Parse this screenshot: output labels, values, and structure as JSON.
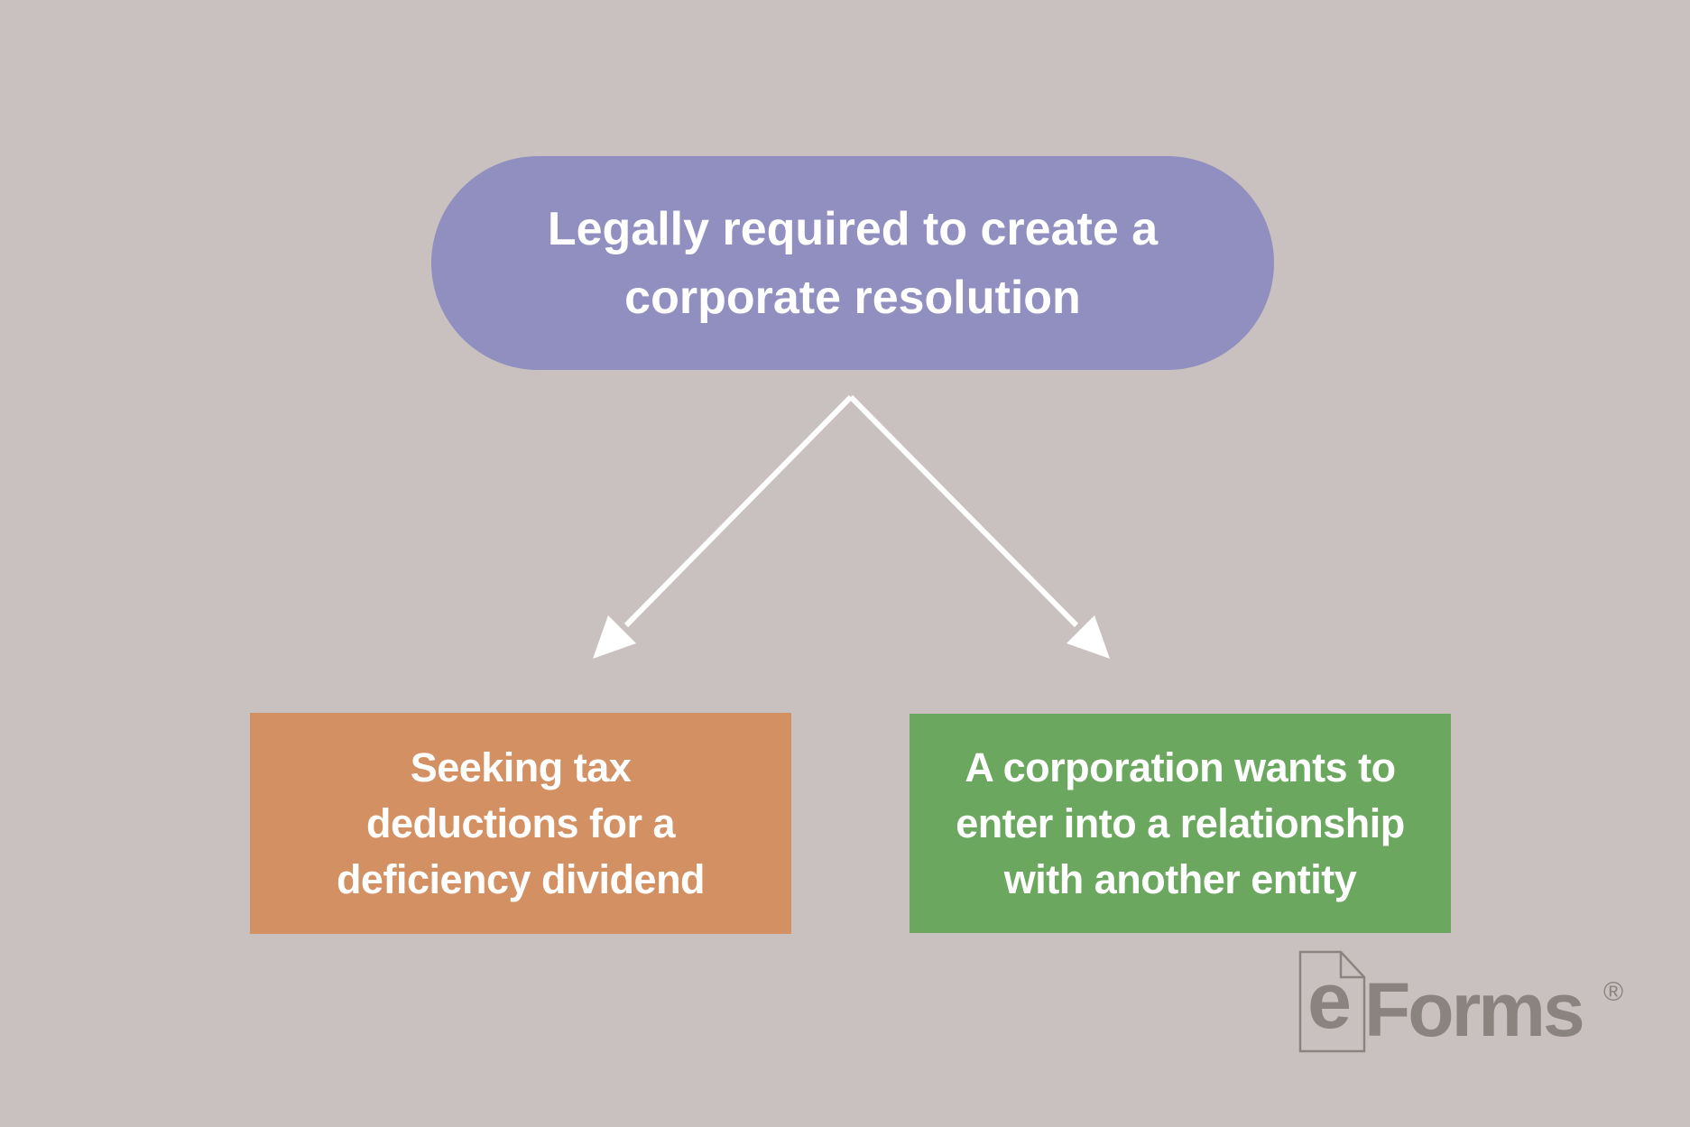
{
  "colors": {
    "background": "#c8c1bf",
    "pill": "#918fc0",
    "box-left": "#d29063",
    "box-right": "#6ba75e",
    "node-text": "#ffffff",
    "arrow": "#ffffff",
    "logo": "#8a8481"
  },
  "diagram": {
    "root": {
      "lines": [
        "Legally required to create a",
        "corporate resolution"
      ]
    },
    "left": {
      "lines": [
        "Seeking tax",
        "deductions for a",
        "deficiency dividend"
      ]
    },
    "right": {
      "lines": [
        "A corporation wants to",
        "enter into a relationship",
        "with another entity"
      ]
    }
  },
  "logo": {
    "e": "e",
    "name": "Forms",
    "registered": "®",
    "icon": "document-with-folded-corner"
  }
}
